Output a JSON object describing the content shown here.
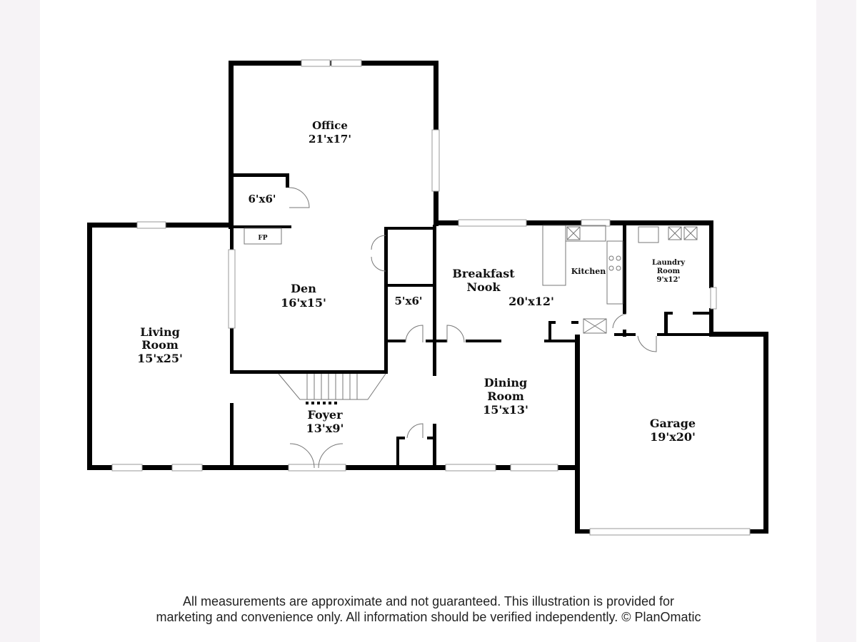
{
  "rooms": {
    "office": {
      "name": "Office",
      "size": "21'x17'"
    },
    "closet_a": {
      "size": "6'x6'"
    },
    "fireplace": {
      "name": "FP"
    },
    "den": {
      "name": "Den",
      "size": "16'x15'"
    },
    "closet_b": {
      "size": "5'x6'"
    },
    "living": {
      "name1": "Living",
      "name2": "Room",
      "size": "15'x25'"
    },
    "breakfast": {
      "name1": "Breakfast",
      "name2": "Nook",
      "size": "20'x12'"
    },
    "kitchen": {
      "name": "Kitchen"
    },
    "laundry": {
      "name1": "Laundry",
      "name2": "Room",
      "size": "9'x12'"
    },
    "foyer": {
      "name": "Foyer",
      "size": "13'x9'"
    },
    "dining": {
      "name1": "Dining",
      "name2": "Room",
      "size": "15'x13'"
    },
    "garage": {
      "name": "Garage",
      "size": "19'x20'"
    }
  },
  "disclaimer": {
    "line1": "All measurements are approximate and not guaranteed. This illustration is provided for",
    "line2": "marketing and convenience only. All information should be verified independently. © PlanOmatic"
  }
}
